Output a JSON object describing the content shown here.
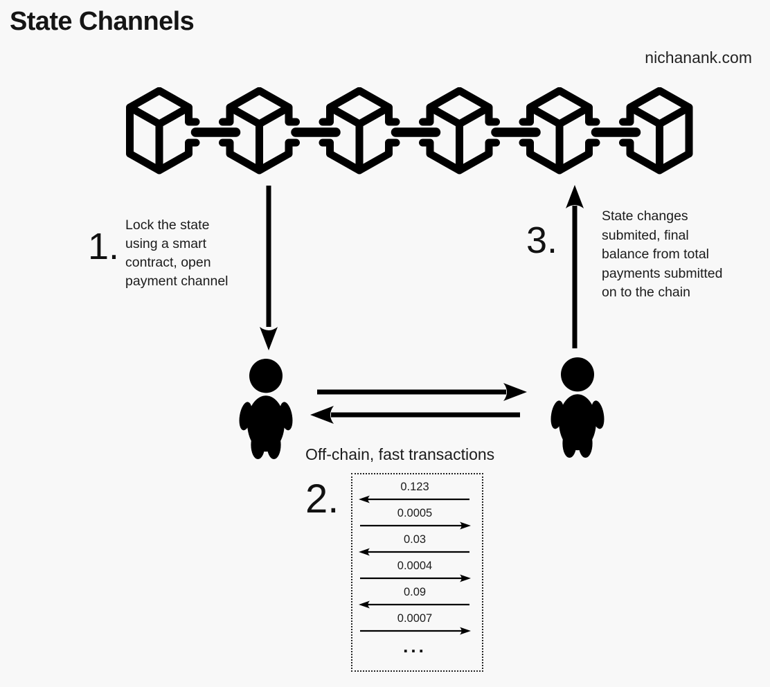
{
  "page": {
    "background_color": "#f8f8f8",
    "ink_color": "#000000"
  },
  "header": {
    "title": "State Channels",
    "watermark": "nichanank.com"
  },
  "blockchain": {
    "icon": "blockchain-chain-icon",
    "block_count": 6
  },
  "steps": {
    "one": {
      "number": "1.",
      "lines": [
        "Lock the state",
        "using a smart",
        "contract, open",
        "payment channel"
      ]
    },
    "two": {
      "number": "2."
    },
    "three": {
      "number": "3.",
      "lines": [
        "State changes",
        "submited, final",
        "balance from total",
        "payments submitted",
        "on to the chain"
      ]
    }
  },
  "channel": {
    "label": "Off-chain, fast transactions"
  },
  "transactions": {
    "items": [
      {
        "value": "0.123",
        "direction": "left"
      },
      {
        "value": "0.0005",
        "direction": "right"
      },
      {
        "value": "0.03",
        "direction": "left"
      },
      {
        "value": "0.0004",
        "direction": "right"
      },
      {
        "value": "0.09",
        "direction": "left"
      },
      {
        "value": "0.0007",
        "direction": "right"
      }
    ],
    "more": "..."
  }
}
